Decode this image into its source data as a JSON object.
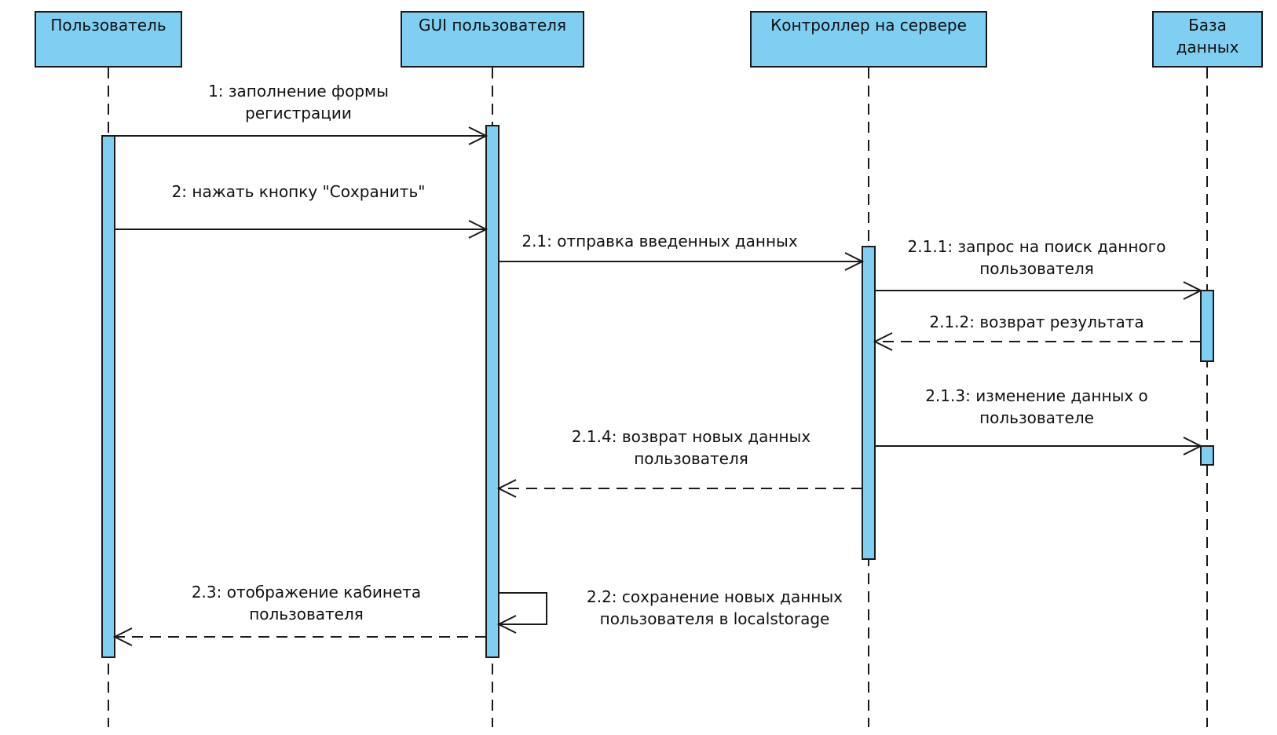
{
  "lifelines": [
    {
      "id": "user",
      "name": "Пользователь"
    },
    {
      "id": "gui",
      "name": "GUI пользователя"
    },
    {
      "id": "controller",
      "name": "Контроллер на сервере"
    },
    {
      "id": "db",
      "name": "База\nданных"
    }
  ],
  "messages": [
    {
      "id": "m1",
      "label": "1: заполнение формы\nрегистрации",
      "from": "user",
      "to": "gui",
      "kind": "sync"
    },
    {
      "id": "m2",
      "label": "2: нажать кнопку \"Сохранить\"",
      "from": "user",
      "to": "gui",
      "kind": "sync"
    },
    {
      "id": "m21",
      "label": "2.1: отправка введенных данных",
      "from": "gui",
      "to": "controller",
      "kind": "sync"
    },
    {
      "id": "m211",
      "label": "2.1.1: запрос на поиск данного\nпользователя",
      "from": "controller",
      "to": "db",
      "kind": "sync"
    },
    {
      "id": "m212",
      "label": "2.1.2: возврат результата",
      "from": "db",
      "to": "controller",
      "kind": "return"
    },
    {
      "id": "m213",
      "label": "2.1.3: изменение данных о\nпользователе",
      "from": "controller",
      "to": "db",
      "kind": "sync"
    },
    {
      "id": "m214",
      "label": "2.1.4: возврат новых данных\nпользователя",
      "from": "controller",
      "to": "gui",
      "kind": "return"
    },
    {
      "id": "m22",
      "label": "2.2: сохранение новых данных\nпользователя в localstorage",
      "from": "gui",
      "to": "gui",
      "kind": "self"
    },
    {
      "id": "m23",
      "label": "2.3: отображение кабинета\nпользователя",
      "from": "gui",
      "to": "user",
      "kind": "return"
    }
  ],
  "colors": {
    "fill": "#7fcff2",
    "stroke": "#1a1a1a",
    "background": "#ffffff"
  }
}
